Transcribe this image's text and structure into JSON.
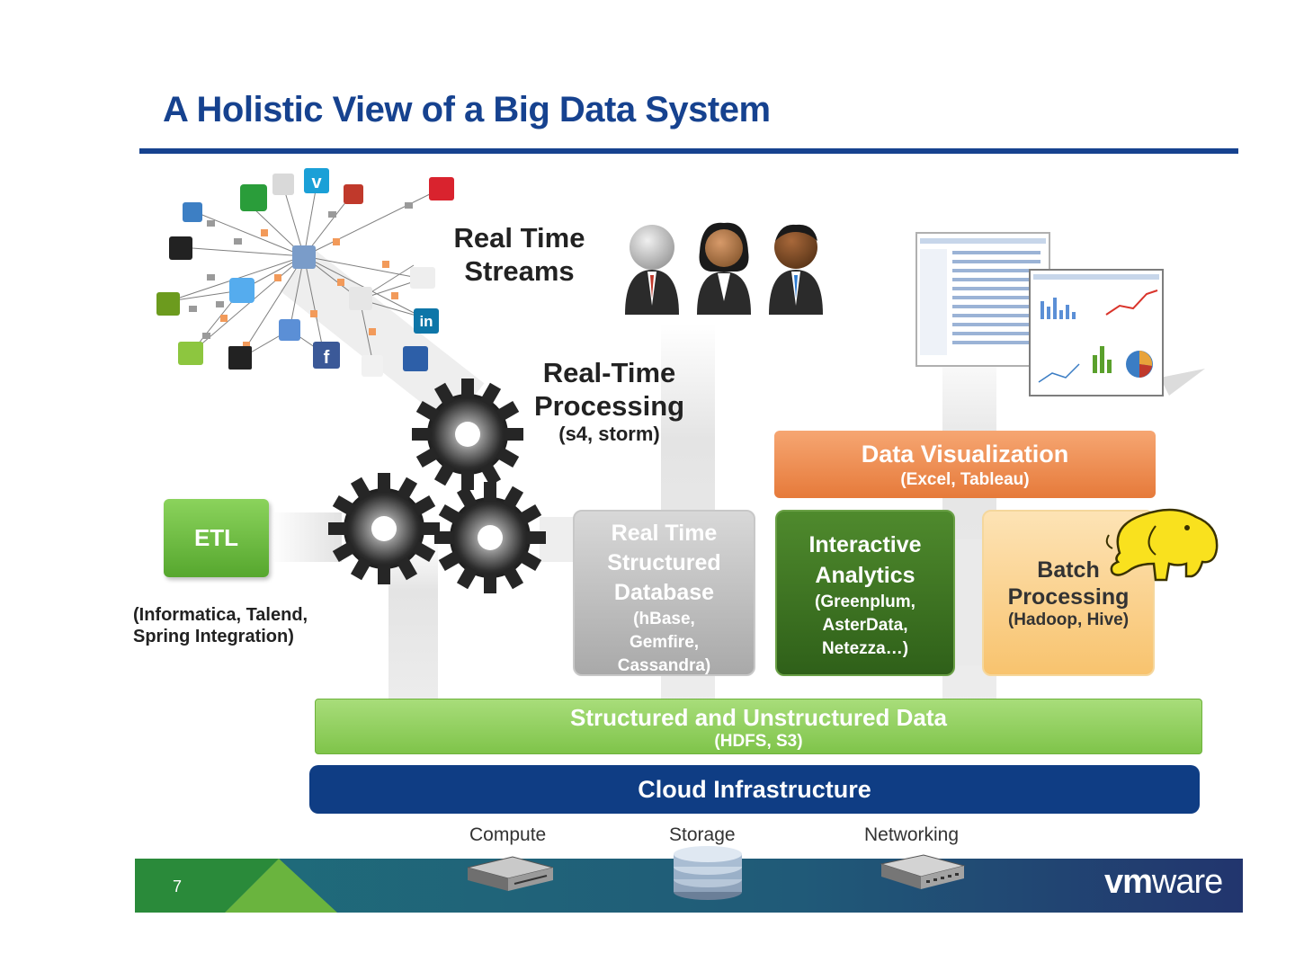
{
  "title": "A Holistic View of a Big Data System",
  "real_time_streams": {
    "line1": "Real Time",
    "line2": "Streams"
  },
  "real_time_processing": {
    "line1": "Real-Time",
    "line2": "Processing",
    "sub": "(s4, storm)"
  },
  "etl": {
    "label": "ETL",
    "sub_line1": "(Informatica, Talend,",
    "sub_line2": "Spring Integration)"
  },
  "real_time_db": {
    "l1": "Real Time",
    "l2": "Structured",
    "l3": "Database",
    "s1": "(hBase,",
    "s2": "Gemfire,",
    "s3": "Cassandra)"
  },
  "interactive_analytics": {
    "l1": "Interactive",
    "l2": "Analytics",
    "s1": "(Greenplum,",
    "s2": "AsterData,",
    "s3": "Netezza…)"
  },
  "batch_processing": {
    "l1": "Batch",
    "l2": "Processing",
    "sub": "(Hadoop, Hive)"
  },
  "data_visualization": {
    "label": "Data Visualization",
    "sub": "(Excel, Tableau)"
  },
  "structured_data": {
    "label": "Structured and Unstructured Data",
    "sub": "(HDFS, S3)"
  },
  "cloud": {
    "label": "Cloud Infrastructure"
  },
  "resources": {
    "compute": "Compute",
    "storage": "Storage",
    "networking": "Networking"
  },
  "footer": {
    "page": "7",
    "brand_bold": "vm",
    "brand_light": "ware"
  },
  "colors": {
    "title_blue": "#16428f",
    "etl_green": "#6abf3f",
    "dark_green": "#3d7522",
    "orange": "#ec8a4c",
    "light_orange": "#fbd08b",
    "light_green": "#93d05e",
    "navy": "#0f3d84",
    "teal": "#1f6f7a"
  }
}
